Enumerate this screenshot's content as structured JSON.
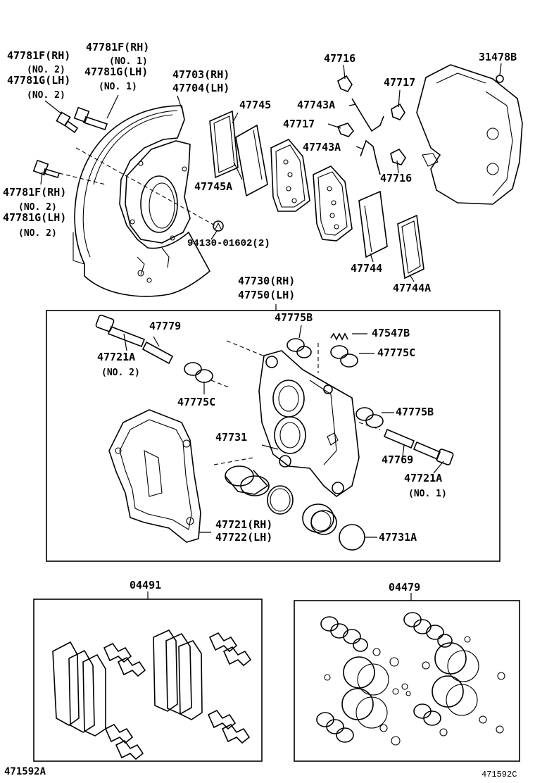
{
  "labels": {
    "p47781F_rh_a": "47781F(RH)",
    "no2_a": "(NO. 2)",
    "p47781G_lh_a": "47781G(LH)",
    "no2_b": "(NO. 2)",
    "p47781F_rh_top": "47781F(RH)",
    "no1_a": "(NO. 1)",
    "p47781G_lh_top": "47781G(LH)",
    "no1_b": "(NO. 1)",
    "p47703": "47703(RH)",
    "p47704": "47704(LH)",
    "p47781F_rh_b": "47781F(RH)",
    "no2_c": "(NO. 2)",
    "p47781G_lh_b": "47781G(LH)",
    "no2_d": "(NO. 2)",
    "p47745": "47745",
    "p47745A": "47745A",
    "p47716_top": "47716",
    "p47743A_a": "47743A",
    "p47717_a": "47717",
    "p47717_b": "47717",
    "p47743A_b": "47743A",
    "p47716_b": "47716",
    "p31478B": "31478B",
    "p94130": "94130-01602(2)",
    "p47744": "47744",
    "p47744A": "47744A",
    "p47730": "47730(RH)",
    "p47750": "47750(LH)",
    "p47779": "47779",
    "p47721A_a": "47721A",
    "no2_e": "(NO. 2)",
    "p47775C_a": "47775C",
    "p47775B_top": "47775B",
    "p47547B": "47547B",
    "p47775C_b": "47775C",
    "p47775B_b": "47775B",
    "p47731": "47731",
    "p47769": "47769",
    "p47721A_b": "47721A",
    "no1_c": "(NO. 1)",
    "p47721": "47721(RH)",
    "p47722": "47722(LH)",
    "p47731A": "47731A",
    "p04491": "04491",
    "p04479": "04479",
    "ref_left": "471592A",
    "ref_right": "471592C"
  }
}
